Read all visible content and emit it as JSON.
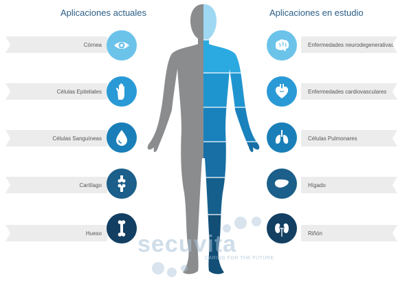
{
  "headings": {
    "current": "Aplicaciones actuales",
    "research": "Aplicaciones en estudio"
  },
  "current_items": [
    {
      "label": "Córnea",
      "icon": "eye-icon",
      "color": "#6cc3ea"
    },
    {
      "label": "Células Epiteliales",
      "icon": "hand-icon",
      "color": "#2a9ad6"
    },
    {
      "label": "Células Sanguíneas",
      "icon": "blood-drop-icon",
      "color": "#1a7fb8"
    },
    {
      "label": "Cartílago",
      "icon": "joint-icon",
      "color": "#1c5f8a"
    },
    {
      "label": "Hueso",
      "icon": "bone-icon",
      "color": "#123f62"
    }
  ],
  "research_items": [
    {
      "label": "Enfermedades neurodegenerativas",
      "icon": "brain-icon",
      "color": "#6cc3ea"
    },
    {
      "label": "Enfermedades cardiovasculares",
      "icon": "heart-icon",
      "color": "#2a9ad6"
    },
    {
      "label": "Células Pulmonares",
      "icon": "lungs-icon",
      "color": "#1a7fb8"
    },
    {
      "label": "Hígado",
      "icon": "liver-icon",
      "color": "#1c5f8a"
    },
    {
      "label": "Riñón",
      "icon": "kidneys-icon",
      "color": "#123f62"
    }
  ],
  "watermark": {
    "brand": "secuvita",
    "tagline": "CARING FOR THE FUTURE"
  },
  "colors": {
    "heading": "#2a5d86",
    "figure_gray": "#8a8c8e",
    "ribbon": "#ececec"
  }
}
